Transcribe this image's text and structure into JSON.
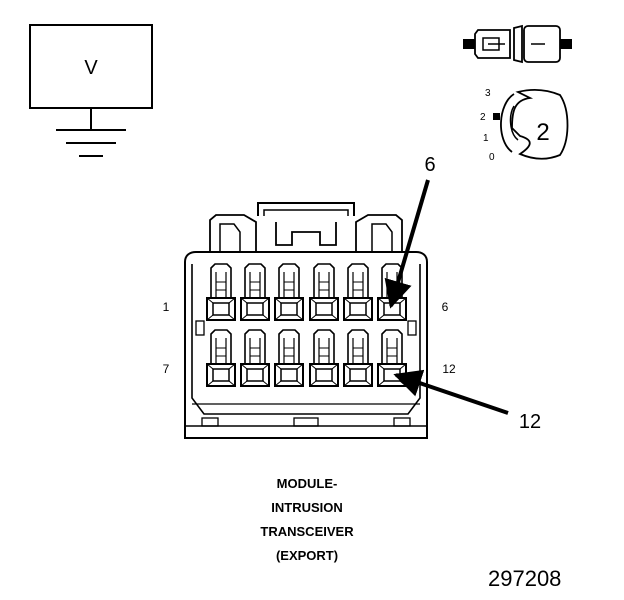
{
  "voltage_box": {
    "label": "V"
  },
  "position_indicator": {
    "levels": [
      "3",
      "2",
      "1",
      "0"
    ],
    "selected_label": "2"
  },
  "connector": {
    "rows": [
      {
        "first_pin": "1",
        "last_pin": "6"
      },
      {
        "first_pin": "7",
        "last_pin": "12"
      }
    ],
    "callouts": [
      "6",
      "12"
    ]
  },
  "caption": {
    "lines": [
      "MODULE-",
      "INTRUSION",
      "TRANSCEIVER",
      "(EXPORT)"
    ]
  },
  "figure_number": "297208"
}
